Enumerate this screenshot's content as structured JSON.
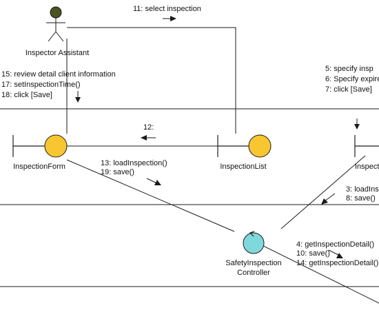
{
  "actors": {
    "inspector_assistant": {
      "label": "Inspector Assistant"
    }
  },
  "objects": {
    "inspection_form": {
      "label": "InspectionForm",
      "kind": "boundary"
    },
    "inspection_list": {
      "label": "InspectionList",
      "kind": "boundary"
    },
    "inspection_partial": {
      "label": "Inspect",
      "kind": "boundary"
    },
    "controller": {
      "label_line1": "SafetyInspection",
      "label_line2": "Controller",
      "kind": "control"
    }
  },
  "messages": {
    "m11": "11: select inspection",
    "m12": "12:",
    "group_actor_form": [
      "15: review detail client information",
      "17: setInspectionTime()",
      "18: click [Save]"
    ],
    "group_right_top": [
      "5: specify insp",
      "6: Specify expire",
      "7: click [Save]"
    ],
    "group_form_controller": [
      "13: loadInspection()",
      "19: save()"
    ],
    "group_right_controller": [
      "3: loadIns",
      "8: save()"
    ],
    "group_controller_out": [
      "4: getInspectionDetail()",
      "10: save()",
      "14: getInspectionDetail()"
    ]
  },
  "colors": {
    "boundary_fill": "#f8c630",
    "control_fill": "#7fd8dc",
    "actor_head": "#4b5320",
    "line": "#1a1a1a"
  }
}
